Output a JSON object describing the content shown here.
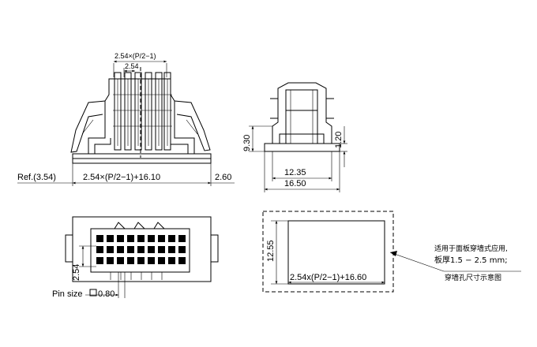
{
  "front_view": {
    "top_dim_outer": "2.54×(P/2−1)",
    "top_dim_inner": "2.54",
    "ref_label": "Ref.(3.54)",
    "width_formula": "2.54×(P/2−1)+16.10",
    "right_dim": "2.60"
  },
  "side_view": {
    "height_total": "9.30",
    "height_flange": "1.20",
    "width_inner": "12.35",
    "width_outer": "16.50"
  },
  "bottom_view": {
    "pitch_dim": "2.54",
    "pin_size_label": "Pin size",
    "pin_size_value": "0.80"
  },
  "cutout_view": {
    "height_dim": "12.55",
    "width_formula": "2.54x(P/2−1)+16.60",
    "note_line1": "适用于面板穿墙式应用,",
    "note_line2": "板厚1.5 − 2.5 mm;",
    "note_line3": "穿墙孔尺寸示意图"
  }
}
